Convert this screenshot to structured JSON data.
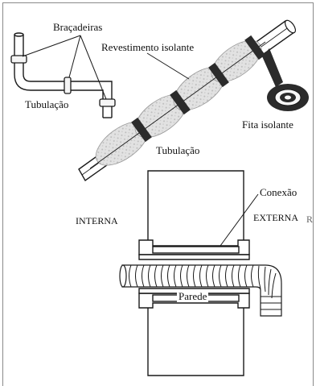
{
  "labels": {
    "clamps": "Braçadeiras",
    "insulation": "Revestimento isolante",
    "pipe_left": "Tubulação",
    "pipe_center": "Tubulação",
    "tape": "Fita isolante",
    "connection": "Conexão",
    "inside": "INTERNA",
    "outside": "EXTERNA",
    "stray_mark": "R",
    "wall": "Parede"
  },
  "colors": {
    "stroke": "#1a1a1a",
    "wrap_fill": "#d2d2d2",
    "band_fill": "#2b2b2b",
    "frame": "#8a8a8a"
  }
}
